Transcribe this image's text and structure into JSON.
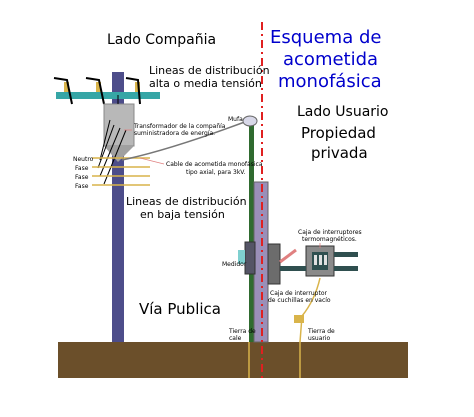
{
  "title_lines": [
    "Esquema de",
    "acometida",
    "monofásica"
  ],
  "left_heading": "Lado Compañia",
  "right_heading": "Lado Usuario",
  "property_lines": [
    "Propiedad",
    "privada"
  ],
  "public_road": "Vía Publica",
  "hv_lines": [
    "Lineas de distribución",
    "alta o media tensión"
  ],
  "lv_lines": [
    "Lineas de distribución",
    "en baja tensión"
  ],
  "transformer_lines": [
    "Transformador de la compañía",
    "suministradora de energía."
  ],
  "cable_lines": [
    "Cable de acometida monofásica",
    "tipo axial, para 3kV."
  ],
  "wire_labels": [
    "Neutro",
    "Fase",
    "Fase",
    "Fase"
  ],
  "mufa": "Mufa",
  "medidor": "Medidor",
  "breaker_box_lines": [
    "Caja de interruptores",
    "termomagnéticos."
  ],
  "knife_switch_lines": [
    "Caja de interruptor",
    "de cuchillas en vacío"
  ],
  "ground_company_lines": [
    "Tierra de",
    "cale"
  ],
  "ground_user_lines": [
    "Tierra de",
    "usuario"
  ],
  "colors": {
    "title_blue": "#0000cc",
    "pole": "#4a4a8a",
    "crossarm": "#3aa6a6",
    "ground": "#6b4f2a",
    "divider": "#e02020",
    "wire_yellow": "#d9b44a"
  }
}
